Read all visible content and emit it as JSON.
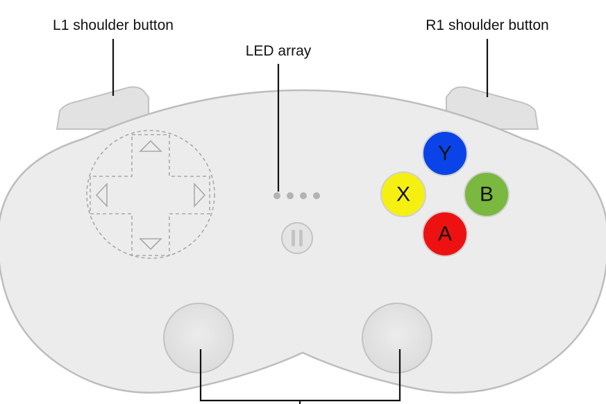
{
  "callouts": {
    "l1": "L1 shoulder button",
    "r1": "R1 shoulder button",
    "led": "LED array"
  },
  "face_buttons": {
    "y": {
      "label": "Y",
      "color": "#0a44e8",
      "text_color": "#111111"
    },
    "x": {
      "label": "X",
      "color": "#f5f011",
      "text_color": "#111111"
    },
    "b": {
      "label": "B",
      "color": "#7ab840",
      "text_color": "#111111"
    },
    "a": {
      "label": "A",
      "color": "#ee1111",
      "text_color": "#111111"
    }
  },
  "colors": {
    "body_fill": "#ececec",
    "body_stroke": "#bdbdbd",
    "shoulder_fill": "#e2e2e2",
    "dpad_stroke": "#a8a8a8",
    "led_dot": "#b3b3b3",
    "leader_line": "#111111"
  },
  "icons": {
    "pause": "pause-icon",
    "dpad": "dpad-icon"
  },
  "led_count": 4
}
